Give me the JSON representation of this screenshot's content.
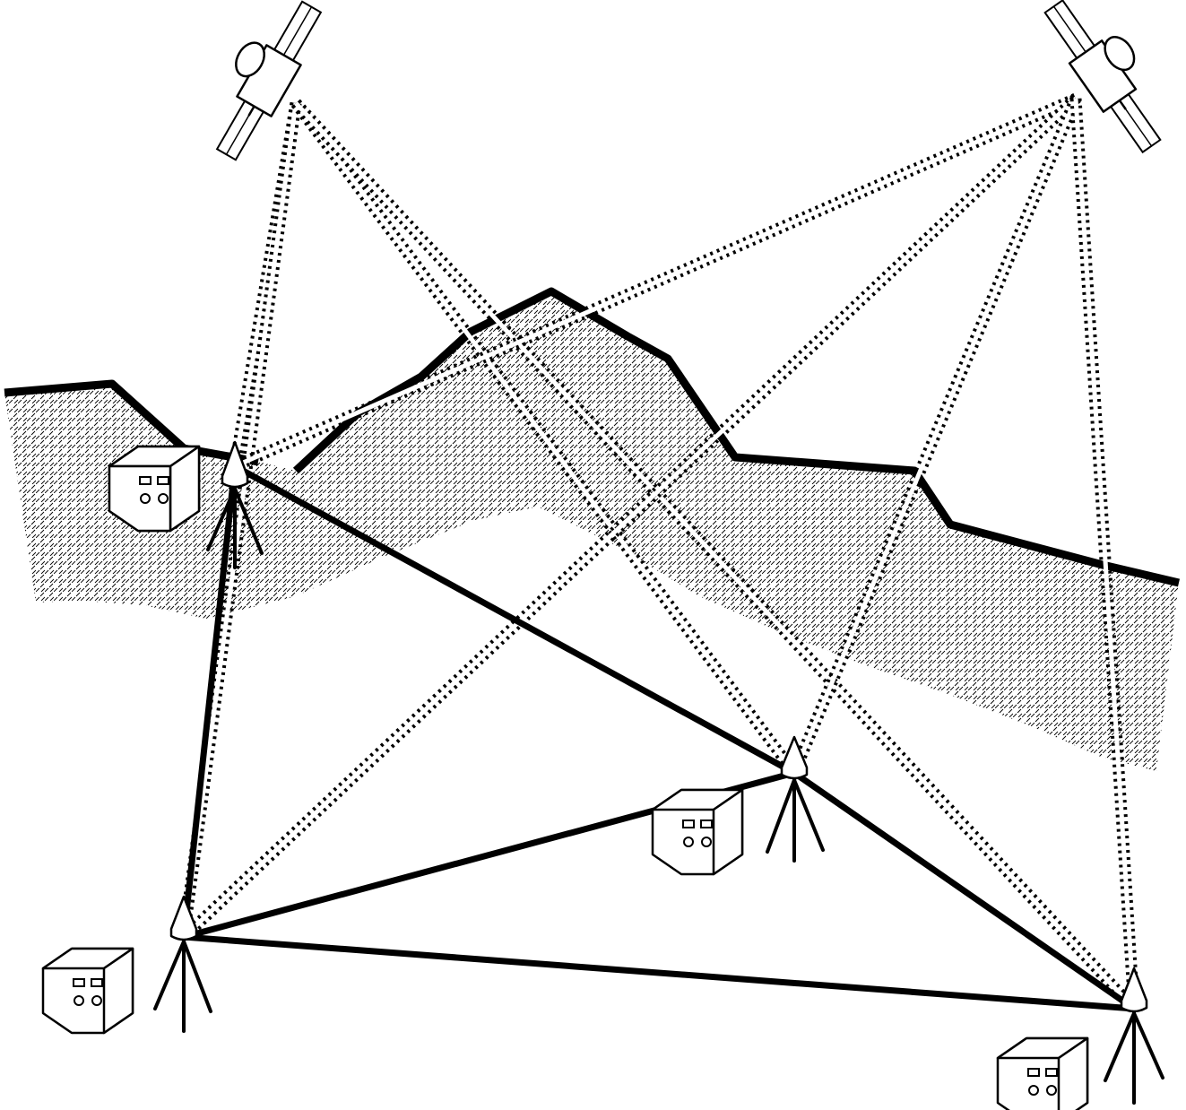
{
  "diagram": {
    "kind": "gnss-survey-network",
    "colors": {
      "ink": "#000000",
      "background": "#ffffff",
      "terrain_pattern": "#000000"
    },
    "icons": [
      "satellite-icon",
      "receiver-box-icon",
      "tripod-antenna-icon"
    ],
    "satellites": [
      {
        "id": "satellite-left"
      },
      {
        "id": "satellite-right"
      }
    ],
    "stations": [
      {
        "id": "station-a"
      },
      {
        "id": "station-b"
      },
      {
        "id": "station-c"
      },
      {
        "id": "station-d"
      }
    ],
    "baselines": [
      {
        "from": "station-a",
        "to": "station-b"
      },
      {
        "from": "station-a",
        "to": "station-c"
      },
      {
        "from": "station-b",
        "to": "station-c"
      },
      {
        "from": "station-c",
        "to": "station-d"
      },
      {
        "from": "station-b",
        "to": "station-d"
      }
    ],
    "signals": [
      {
        "from": "satellite-left",
        "to": "station-a"
      },
      {
        "from": "satellite-left",
        "to": "station-b"
      },
      {
        "from": "satellite-left",
        "to": "station-c"
      },
      {
        "from": "satellite-left",
        "to": "station-d"
      },
      {
        "from": "satellite-right",
        "to": "station-a"
      },
      {
        "from": "satellite-right",
        "to": "station-b"
      },
      {
        "from": "satellite-right",
        "to": "station-c"
      },
      {
        "from": "satellite-right",
        "to": "station-d"
      }
    ]
  }
}
